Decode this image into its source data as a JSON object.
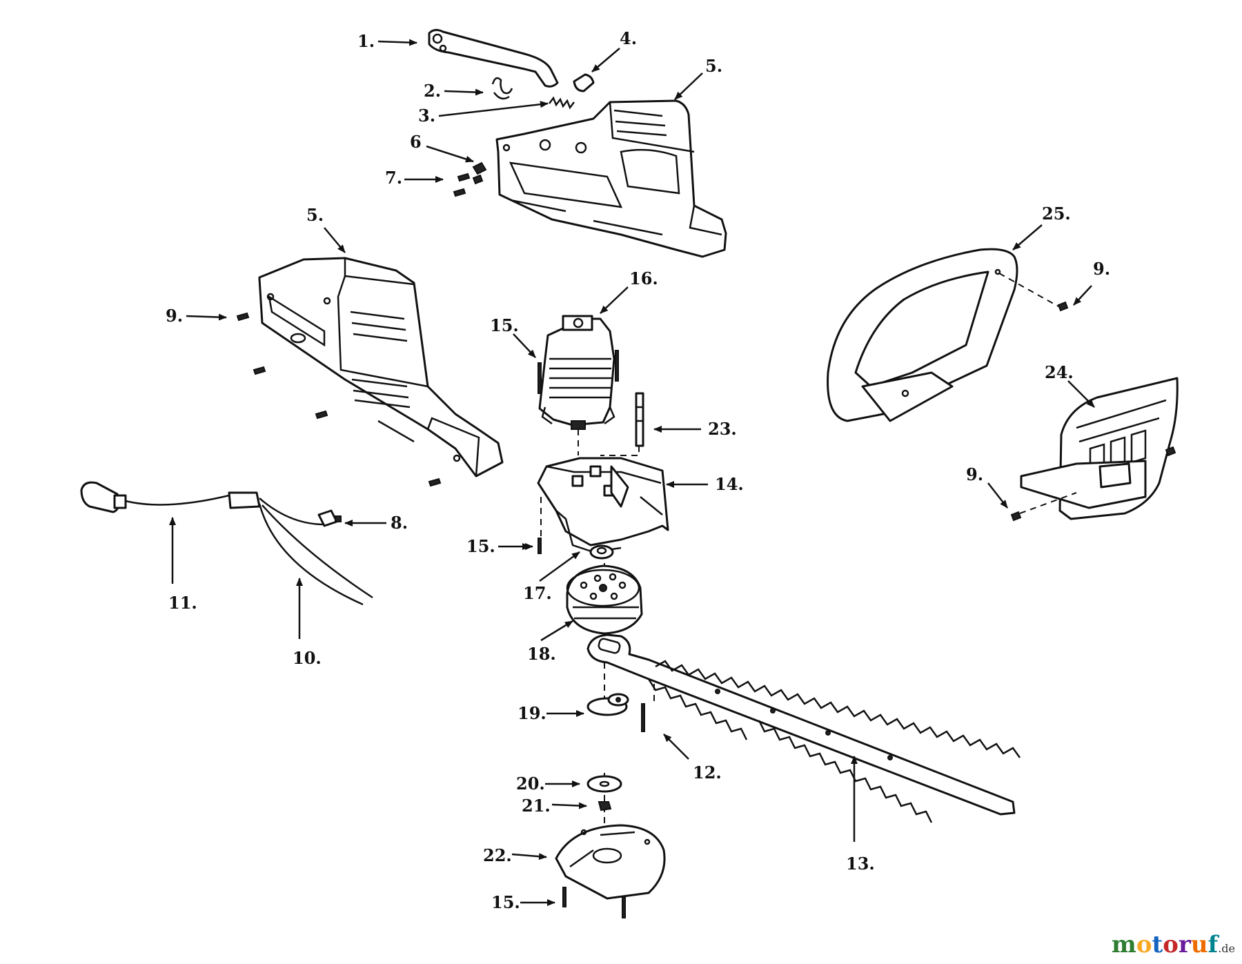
{
  "callouts": [
    {
      "id": "c1",
      "text": "1."
    },
    {
      "id": "c2",
      "text": "2."
    },
    {
      "id": "c3",
      "text": "3."
    },
    {
      "id": "c4",
      "text": "4."
    },
    {
      "id": "c5a",
      "text": "5."
    },
    {
      "id": "c6",
      "text": "6"
    },
    {
      "id": "c7",
      "text": "7."
    },
    {
      "id": "c5b",
      "text": "5."
    },
    {
      "id": "c9a",
      "text": "9."
    },
    {
      "id": "c16",
      "text": "16."
    },
    {
      "id": "c15a",
      "text": "15."
    },
    {
      "id": "c23",
      "text": "23."
    },
    {
      "id": "c14",
      "text": "14."
    },
    {
      "id": "c8",
      "text": "8."
    },
    {
      "id": "c11",
      "text": "11."
    },
    {
      "id": "c10",
      "text": "10."
    },
    {
      "id": "c15b",
      "text": "15."
    },
    {
      "id": "c17",
      "text": "17."
    },
    {
      "id": "c18",
      "text": "18."
    },
    {
      "id": "c19",
      "text": "19."
    },
    {
      "id": "c12",
      "text": "12."
    },
    {
      "id": "c20",
      "text": "20."
    },
    {
      "id": "c21",
      "text": "21."
    },
    {
      "id": "c22",
      "text": "22."
    },
    {
      "id": "c15c",
      "text": "15."
    },
    {
      "id": "c13",
      "text": "13."
    },
    {
      "id": "c25",
      "text": "25."
    },
    {
      "id": "c9b",
      "text": "9."
    },
    {
      "id": "c24",
      "text": "24."
    },
    {
      "id": "c9c",
      "text": "9."
    }
  ],
  "watermark": {
    "letters": [
      {
        "ch": "m",
        "color": "#2e7d32"
      },
      {
        "ch": "o",
        "color": "#f9a825"
      },
      {
        "ch": "t",
        "color": "#1565c0"
      },
      {
        "ch": "o",
        "color": "#c62828"
      },
      {
        "ch": "r",
        "color": "#6a1b9a"
      },
      {
        "ch": "u",
        "color": "#ef6c00"
      },
      {
        "ch": "f",
        "color": "#00838f"
      }
    ],
    "suffix": ".de"
  }
}
